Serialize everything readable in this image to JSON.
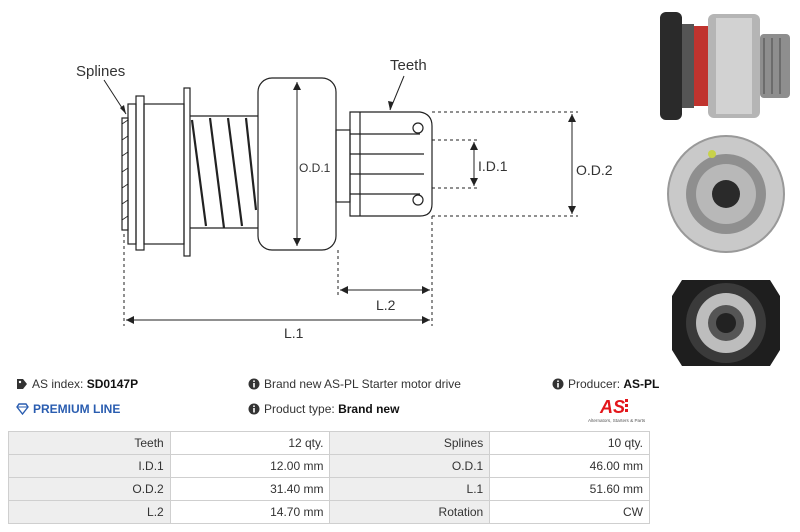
{
  "diagram": {
    "labels": {
      "splines": "Splines",
      "teeth": "Teeth",
      "od1": "O.D.1",
      "id1": "I.D.1",
      "od2": "O.D.2",
      "l2": "L.2",
      "l1": "L.1"
    }
  },
  "info": {
    "as_index_label": "AS index:",
    "as_index_value": "SD0147P",
    "premium_line": "PREMIUM LINE",
    "description": "Brand new AS-PL Starter motor drive",
    "product_type_label": "Product type:",
    "product_type_value": "Brand new",
    "producer_label": "Producer:",
    "producer_value": "AS-PL"
  },
  "logo": {
    "mark": "AS",
    "tagline": "Alternators, Starters & Parts",
    "color": "#e3161b"
  },
  "specs": [
    {
      "l1": "Teeth",
      "v1": "12 qty.",
      "l2": "Splines",
      "v2": "10 qty."
    },
    {
      "l1": "I.D.1",
      "v1": "12.00 mm",
      "l2": "O.D.1",
      "v2": "46.00 mm"
    },
    {
      "l1": "O.D.2",
      "v1": "31.40 mm",
      "l2": "L.1",
      "v2": "51.60 mm"
    },
    {
      "l1": "L.2",
      "v1": "14.70 mm",
      "l2": "Rotation",
      "v2": "CW"
    }
  ],
  "colors": {
    "accent_blue": "#2a5db0",
    "brand_red": "#e3161b"
  }
}
